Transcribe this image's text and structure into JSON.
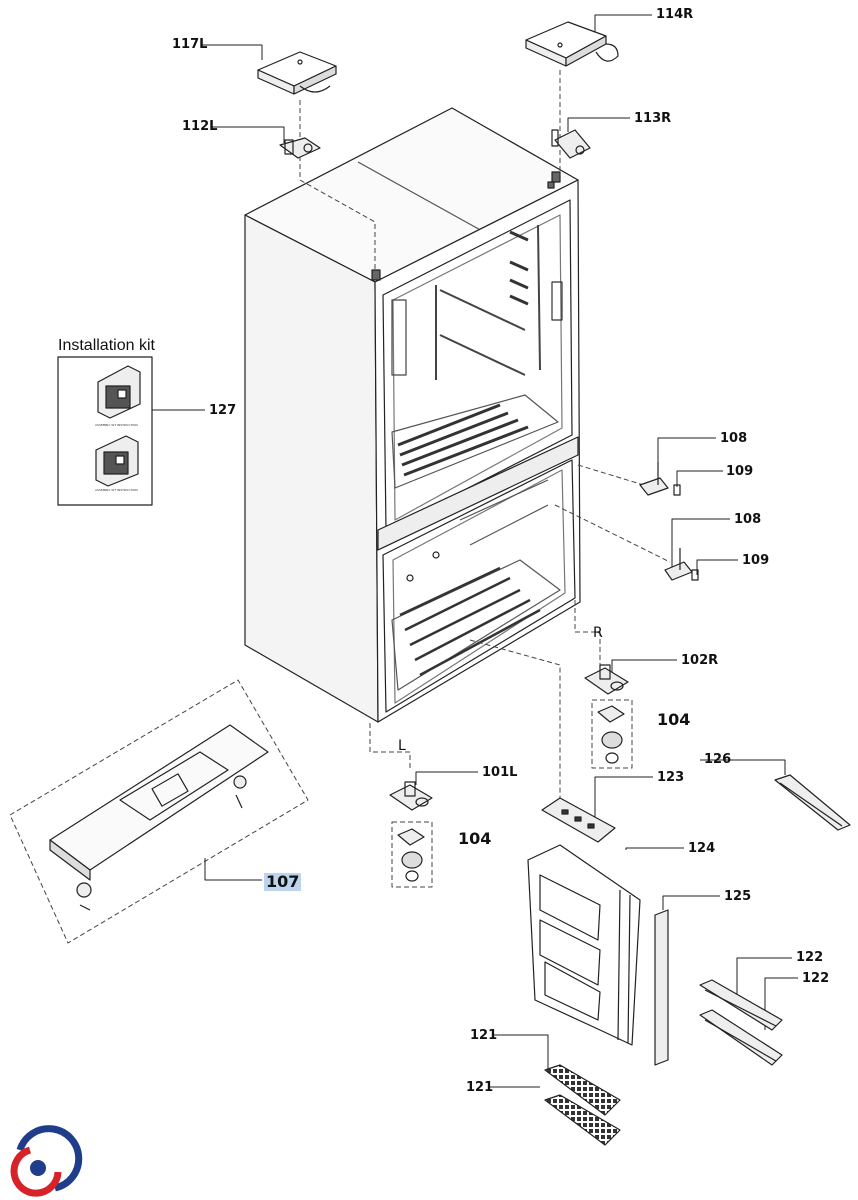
{
  "installation_kit": {
    "title": "Installation kit",
    "sheet1_caption": "ASSEMBLY KIT INSTRUCTION",
    "sheet2_caption": "ASSEMBLY KIT INSTRUCTION"
  },
  "callouts": {
    "p117L": "117L",
    "p114R": "114R",
    "p112L": "112L",
    "p113R": "113R",
    "p127": "127",
    "p108a": "108",
    "p109a": "109",
    "p108b": "108",
    "p109b": "109",
    "side_R": "R",
    "side_L": "L",
    "p102R": "102R",
    "p104a": "104",
    "p101L": "101L",
    "p104b": "104",
    "p123": "123",
    "p126": "126",
    "p124": "124",
    "p107": "107",
    "p125": "125",
    "p122a": "122",
    "p122b": "122",
    "p121a": "121",
    "p121b": "121"
  },
  "highlight_color": "#bcd4ee",
  "logo": {
    "name": "brand-logo-icon",
    "colors": [
      "#1f3d8a",
      "#d6232a"
    ]
  }
}
